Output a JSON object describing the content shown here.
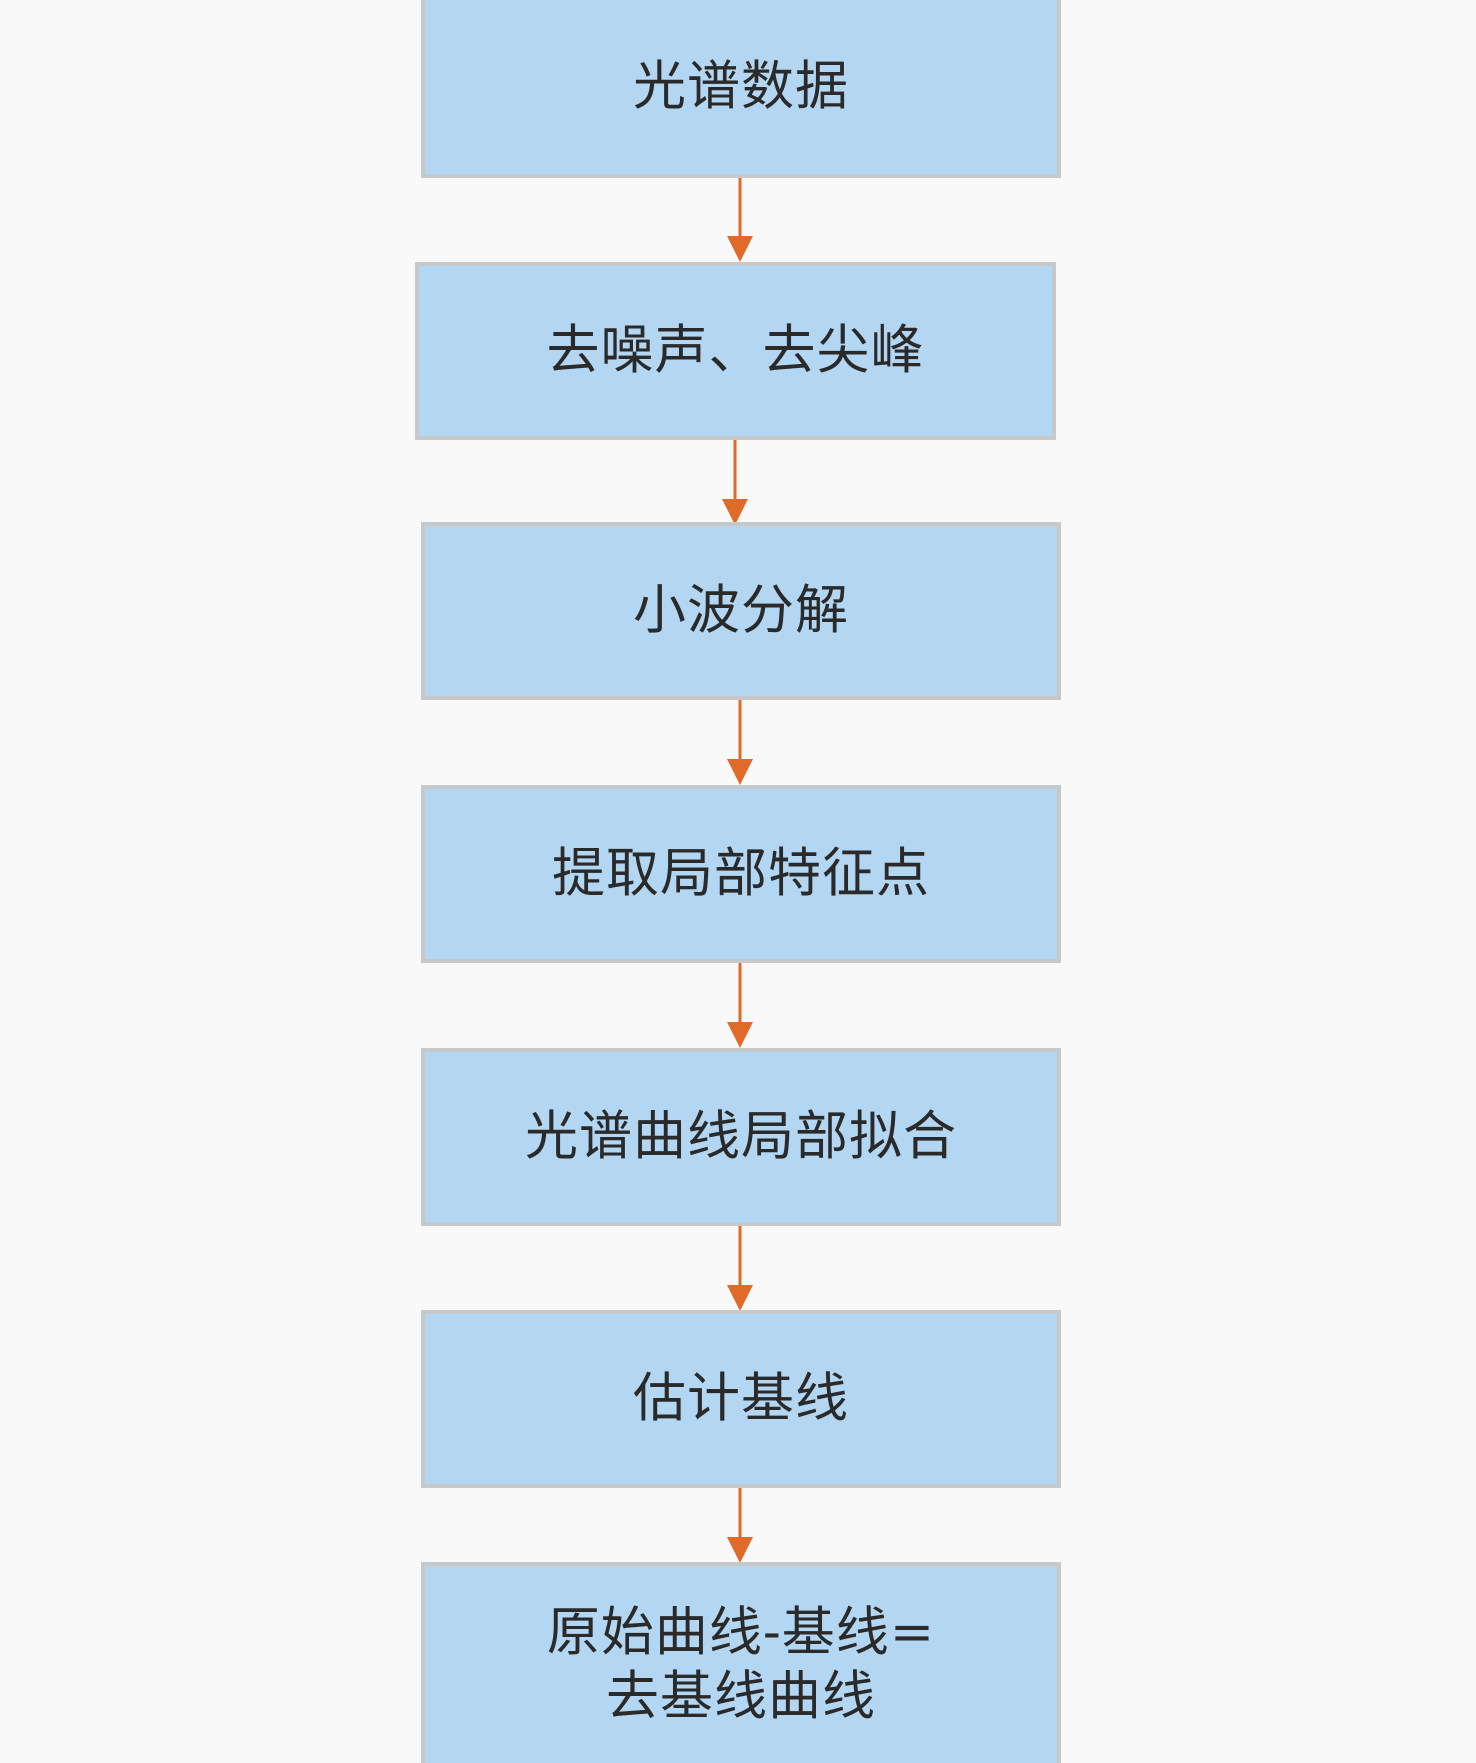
{
  "colors": {
    "box_fill": "#b3d6f3",
    "box_border": "#c7c8ca",
    "arrow": "#e06a2a",
    "background": "#f9f9f9"
  },
  "steps": [
    {
      "label": "光谱数据"
    },
    {
      "label": "去噪声、去尖峰"
    },
    {
      "label": "小波分解"
    },
    {
      "label": "提取局部特征点"
    },
    {
      "label": "光谱曲线局部拟合"
    },
    {
      "label": "估计基线"
    },
    {
      "label_line1": "原始曲线-基线=",
      "label_line2": "去基线曲线"
    }
  ]
}
